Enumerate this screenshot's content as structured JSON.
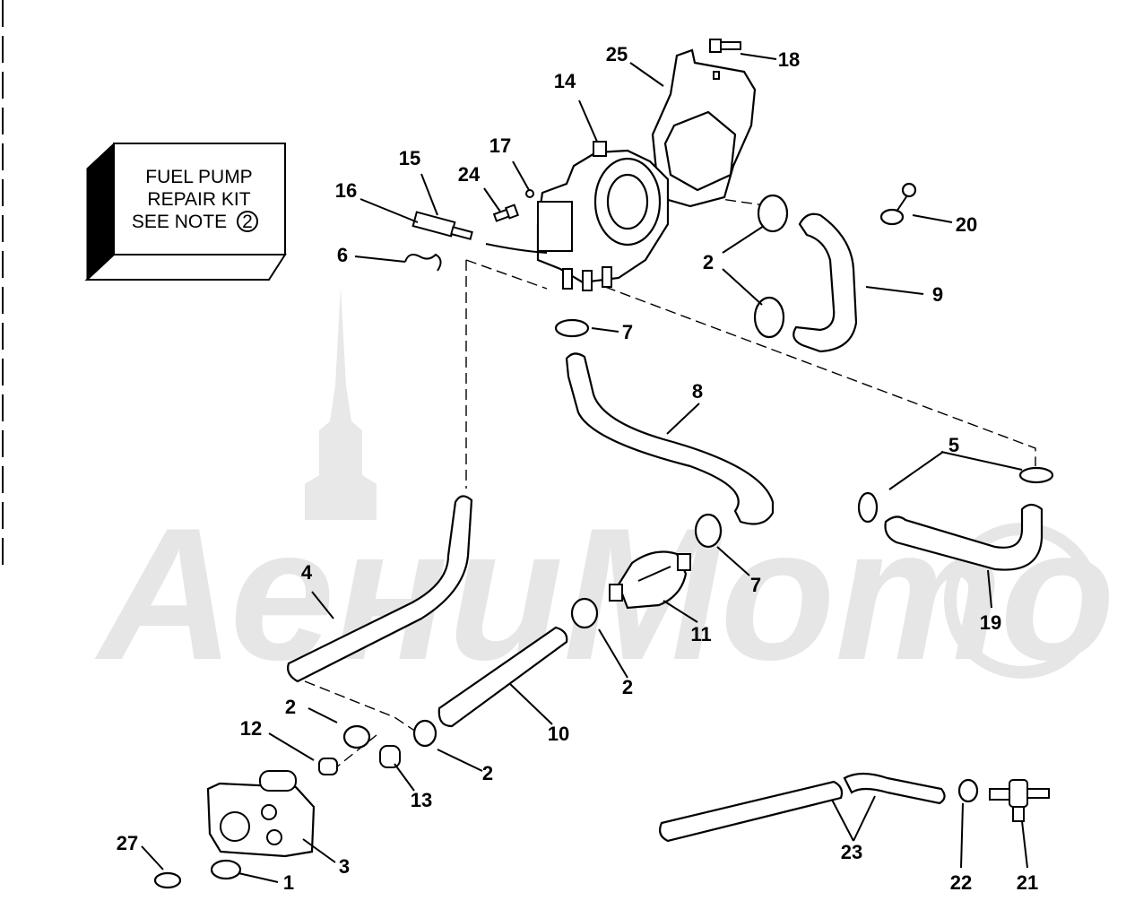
{
  "kit_box": {
    "line1": "FUEL PUMP",
    "line2": "REPAIR KIT",
    "line3": "SEE NOTE",
    "note_number": "2"
  },
  "watermark": {
    "text": "АениМото",
    "color": "#e6e6e6"
  },
  "callouts": [
    {
      "id": "c1",
      "text": "1"
    },
    {
      "id": "c2a",
      "text": "2"
    },
    {
      "id": "c2b",
      "text": "2"
    },
    {
      "id": "c2c",
      "text": "2"
    },
    {
      "id": "c2d",
      "text": "2"
    },
    {
      "id": "c3",
      "text": "3"
    },
    {
      "id": "c4",
      "text": "4"
    },
    {
      "id": "c5",
      "text": "5"
    },
    {
      "id": "c6",
      "text": "6"
    },
    {
      "id": "c7a",
      "text": "7"
    },
    {
      "id": "c7b",
      "text": "7"
    },
    {
      "id": "c8",
      "text": "8"
    },
    {
      "id": "c9",
      "text": "9"
    },
    {
      "id": "c10",
      "text": "10"
    },
    {
      "id": "c11",
      "text": "11"
    },
    {
      "id": "c12",
      "text": "12"
    },
    {
      "id": "c13",
      "text": "13"
    },
    {
      "id": "c14",
      "text": "14"
    },
    {
      "id": "c15",
      "text": "15"
    },
    {
      "id": "c16",
      "text": "16"
    },
    {
      "id": "c17",
      "text": "17"
    },
    {
      "id": "c18",
      "text": "18"
    },
    {
      "id": "c19",
      "text": "19"
    },
    {
      "id": "c20",
      "text": "20"
    },
    {
      "id": "c21",
      "text": "21"
    },
    {
      "id": "c22",
      "text": "22"
    },
    {
      "id": "c23",
      "text": "23"
    },
    {
      "id": "c24",
      "text": "24"
    },
    {
      "id": "c25",
      "text": "25"
    },
    {
      "id": "c27",
      "text": "27"
    }
  ]
}
